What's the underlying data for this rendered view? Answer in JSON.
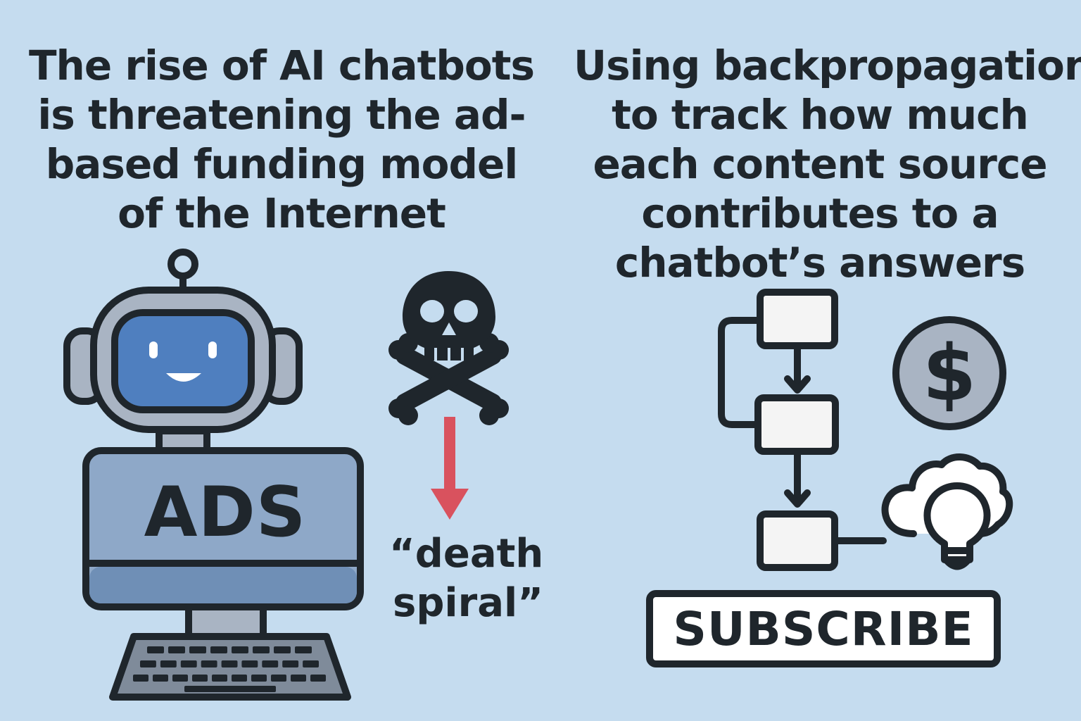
{
  "left": {
    "headline_lines": [
      "The rise of AI chatbots",
      "is threatening the ad-",
      "based funding model",
      "of the Internet"
    ],
    "screen_label": "ADS",
    "caption_lines": [
      "“death",
      "spiral”"
    ]
  },
  "right": {
    "headline_lines": [
      "Using backpropagation",
      "to track how much",
      "each content source",
      "contributes to a",
      "chatbot’s answers"
    ],
    "currency_symbol": "$",
    "button_label": "SUBSCRIBE"
  },
  "icons": {
    "robot": "robot-icon",
    "computer": "computer-icon",
    "keyboard": "keyboard-icon",
    "skull": "skull-crossbones-icon",
    "down_arrow": "down-arrow-icon",
    "flowchart": "flowchart-icon",
    "coin": "dollar-coin-icon",
    "cloud_bulb": "cloud-lightbulb-icon"
  },
  "colors": {
    "background": "#c5dcef",
    "ink": "#1f262c",
    "robot_face": "#4f7fbf",
    "robot_head": "#a9b4c3",
    "monitor": "#8ea8c8",
    "arrow_red": "#d9525e",
    "white": "#ffffff"
  }
}
